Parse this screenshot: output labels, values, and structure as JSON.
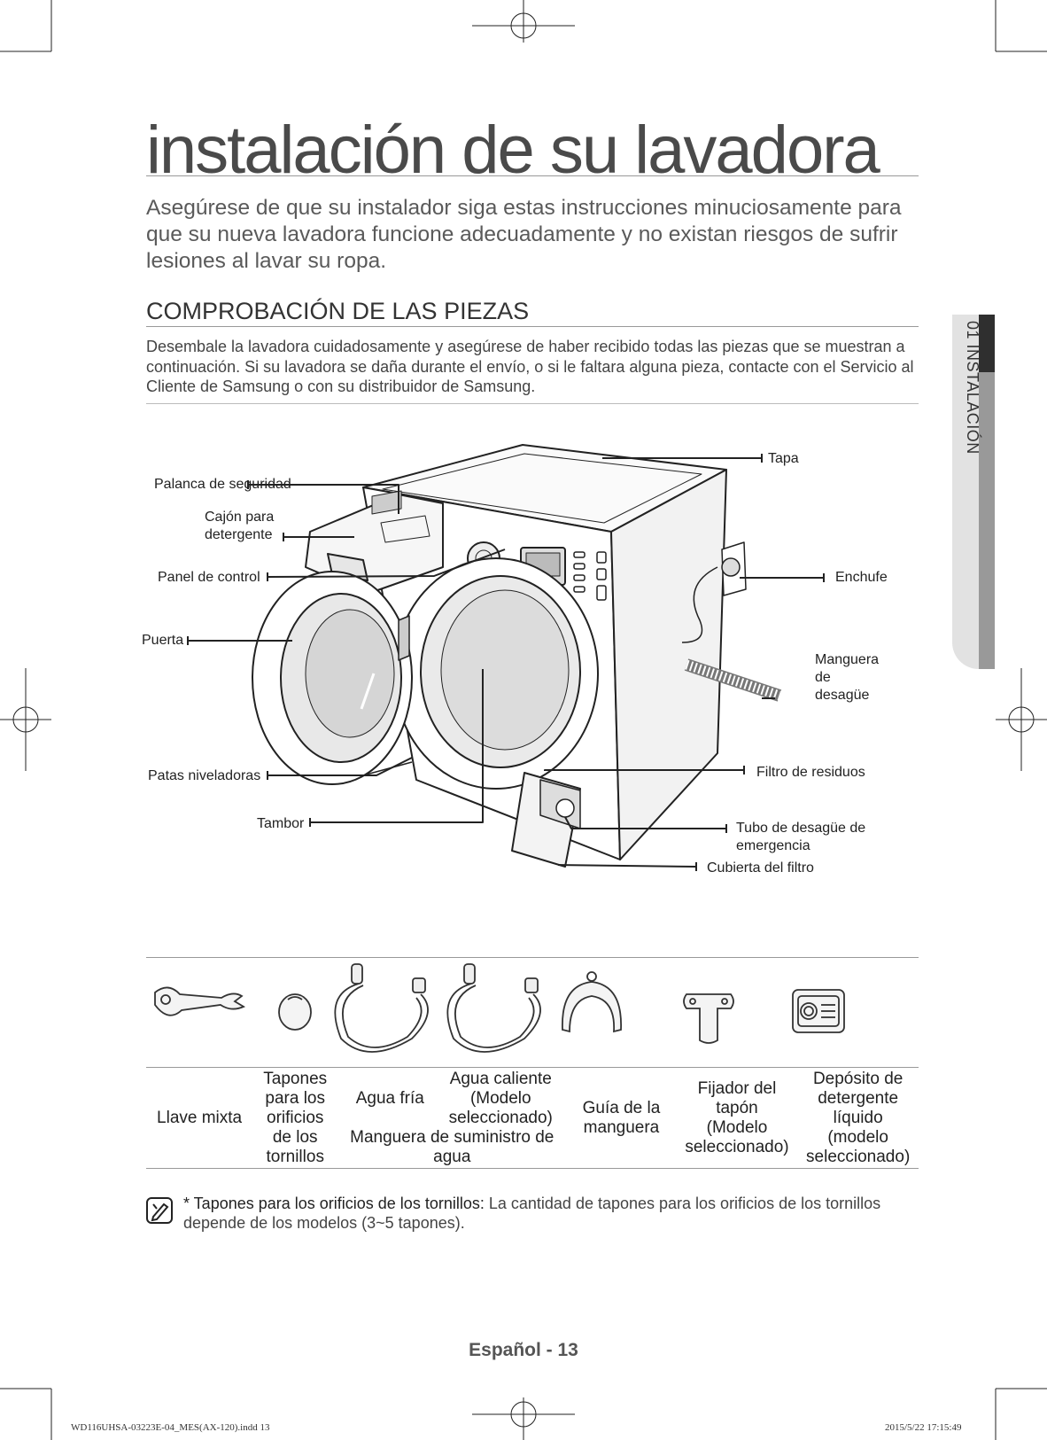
{
  "page": {
    "title": "instalación de su lavadora",
    "intro": "Asegúrese de que su instalador siga estas instrucciones minuciosamente para que su nueva lavadora funcione adecuadamente y no existan riesgos de sufrir lesiones al lavar su ropa.",
    "section_title": "COMPROBACIÓN DE LAS PIEZAS",
    "section_text": "Desembale la lavadora cuidadosamente y asegúrese de haber recibido todas las piezas que se muestran a continuación. Si su lavadora se daña durante el envío, o si le faltara alguna pieza, contacte con el Servicio al Cliente de Samsung o con su distribuidor de Samsung.",
    "side_tab": "01 INSTALACIÓN"
  },
  "diagram": {
    "labels": {
      "palanca": "Palanca de seguridad",
      "cajon_1": "Cajón para",
      "cajon_2": "detergente",
      "panel": "Panel de control",
      "puerta": "Puerta",
      "patas": "Patas niveladoras",
      "tambor": "Tambor",
      "tapa": "Tapa",
      "enchufe": "Enchufe",
      "manguera_1": "Manguera",
      "manguera_2": "de",
      "manguera_3": "desagüe",
      "filtro": "Filtro de residuos",
      "tubo_1": "Tubo de desagüe de",
      "tubo_2": "emergencia",
      "cubierta": "Cubierta del filtro"
    }
  },
  "parts": {
    "llave": "Llave mixta",
    "tapones": [
      "Tapones",
      "para los",
      "orificios",
      "de los",
      "tornillos"
    ],
    "agua_fria": "Agua fría",
    "agua_caliente": [
      "Agua caliente",
      "(Modelo",
      "seleccionado)"
    ],
    "manguera_suministro": [
      "Manguera de suministro de",
      "agua"
    ],
    "guia": [
      "Guía de la",
      "manguera"
    ],
    "fijador": [
      "Fijador del",
      "tapón",
      "(Modelo",
      "seleccionado)"
    ],
    "deposito": [
      "Depósito de",
      "detergente",
      "líquido",
      "(modelo",
      "seleccionado)"
    ]
  },
  "note": {
    "bold": "* Tapones para los orificios de los tornillos:",
    "text": " La cantidad de tapones para los orificios de los tornillos depende de los modelos (3~5 tapones)."
  },
  "footer": {
    "page_label": "Español - 13",
    "file": "WD116UHSA-03223E-04_MES(AX-120).indd   13",
    "date": "2015/5/22   17:15:49"
  }
}
